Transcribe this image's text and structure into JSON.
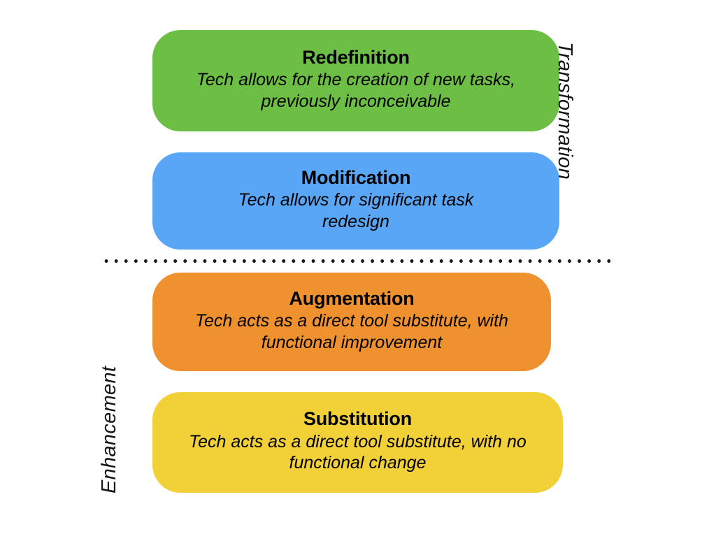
{
  "diagram": {
    "type": "samr-model",
    "levels": [
      {
        "id": "redefinition",
        "title": "Redefinition",
        "description": "Tech allows for the creation of new tasks, previously inconceivable",
        "color": "#6CBE45",
        "band": "Transformation"
      },
      {
        "id": "modification",
        "title": "Modification",
        "description": "Tech allows for significant task redesign",
        "color": "#58A6F5",
        "band": "Transformation"
      },
      {
        "id": "augmentation",
        "title": "Augmentation",
        "description": "Tech acts as a direct tool substitute, with functional improvement",
        "color": "#F0912F",
        "band": "Enhancement"
      },
      {
        "id": "substitution",
        "title": "Substitution",
        "description": "Tech acts as a direct tool substitute, with no functional change",
        "color": "#F2D038",
        "band": "Enhancement"
      }
    ],
    "bands": {
      "upper": "Transformation",
      "lower": "Enhancement"
    },
    "divider": {
      "style": "dotted",
      "color": "#1a1a1a"
    },
    "background_color": "#FFFFFF"
  }
}
